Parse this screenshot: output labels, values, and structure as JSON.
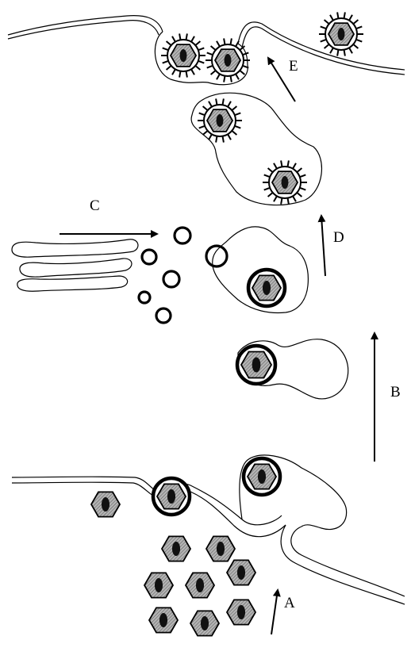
{
  "labels": {
    "A": "A",
    "B": "B",
    "C": "C",
    "D": "D",
    "E": "E"
  },
  "colors": {
    "capsid_fill": "#a8a8a8",
    "core_fill": "#111111",
    "line": "#000000",
    "background": "#ffffff"
  }
}
